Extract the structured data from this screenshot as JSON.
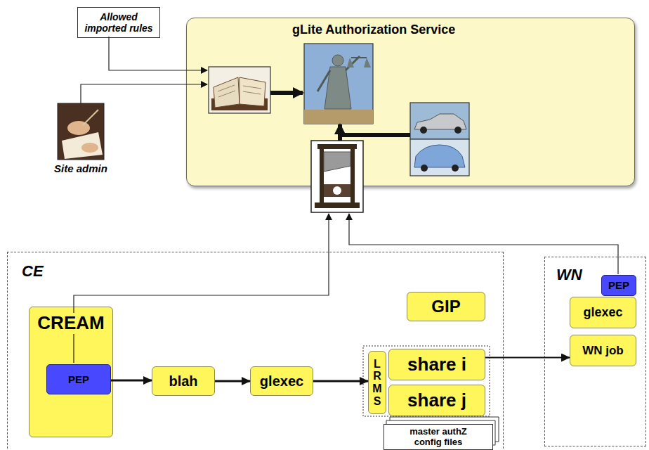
{
  "diagram": {
    "nodes": [
      {
        "text": [
          "Allowed imported rules"
        ]
      },
      {
        "text": [
          "gLite Authorization Service"
        ]
      },
      {
        "text": [
          "CE"
        ]
      },
      {
        "text": [
          "CREAM"
        ],
        "in": 2
      },
      {
        "text": [
          "PEP"
        ],
        "in": 3
      },
      {
        "text": [
          "blah"
        ],
        "in": 2
      },
      {
        "text": [
          "glexec"
        ],
        "in": 2
      },
      {
        "text": [
          "GIP"
        ],
        "in": 2
      },
      {
        "text": [
          "LRMS"
        ],
        "in": 2
      },
      {
        "text": [
          "share i"
        ],
        "in": 2
      },
      {
        "text": [
          "share j"
        ],
        "in": 2
      },
      {
        "text": [
          "master authZ config files"
        ],
        "in": 2
      },
      {
        "text": [
          "WN"
        ]
      },
      {
        "text": [
          "PEP"
        ],
        "in": 12
      },
      {
        "text": [
          "glexec"
        ],
        "in": 12
      },
      {
        "text": [
          "WN job"
        ],
        "in": 12
      }
    ],
    "edges": [
      {
        "from": 4,
        "to": 5,
        "arrow": "to"
      },
      {
        "from": 5,
        "to": 6,
        "arrow": "to"
      },
      {
        "from": 6,
        "to": 8,
        "arrow": "to"
      },
      {
        "from": 9,
        "to": 15,
        "arrow": "to"
      }
    ],
    "labels": [
      "Site admin"
    ]
  }
}
